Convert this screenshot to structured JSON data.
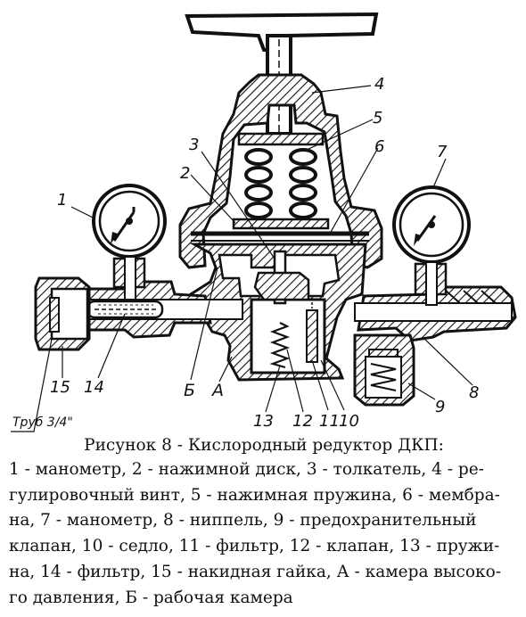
{
  "diagram": {
    "callouts": [
      "1",
      "2",
      "3",
      "4",
      "5",
      "6",
      "7",
      "8",
      "9",
      "10",
      "11",
      "12",
      "13",
      "14",
      "15",
      "Б",
      "А"
    ],
    "pipe_label": "Труб 3/4\""
  },
  "caption": {
    "title": "Рисунок 8 - Кислородный редуктор ДКП:",
    "lines": [
      "1 - манометр, 2 - нажимной диск, 3 - толкатель, 4 - ре-",
      "гулировочный винт, 5 - нажимная пружина, 6 - мембра-",
      "на, 7 - манометр, 8 - ниппель, 9 - предохранительный",
      "клапан, 10 - седло, 11 - фильтр, 12 - клапан, 13 - пружи-",
      "на, 14 - фильтр, 15 - накидная гайка, А - камера высоко-",
      "го давления, Б - рабочая камера"
    ]
  }
}
